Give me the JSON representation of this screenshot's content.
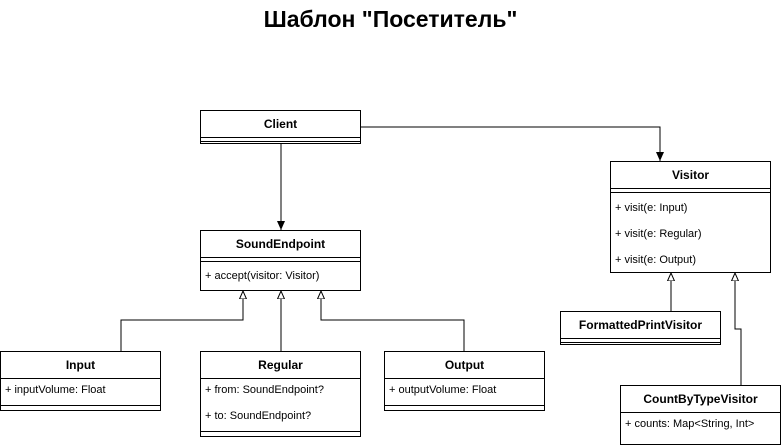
{
  "title": "Шаблон \"Посетитель\"",
  "classes": {
    "client": {
      "name": "Client",
      "attributes": [],
      "methods": []
    },
    "sound_endpoint": {
      "name": "SoundEndpoint",
      "attributes": [],
      "methods": [
        "+ accept(visitor: Visitor)"
      ]
    },
    "input": {
      "name": "Input",
      "attributes": [
        "+ inputVolume: Float"
      ],
      "methods": []
    },
    "regular": {
      "name": "Regular",
      "attributes": [
        "+ from: SoundEndpoint?",
        "+ to: SoundEndpoint?"
      ],
      "methods": []
    },
    "output": {
      "name": "Output",
      "attributes": [
        "+ outputVolume: Float"
      ],
      "methods": []
    },
    "visitor": {
      "name": "Visitor",
      "attributes": [],
      "methods": [
        "+ visit(e: Input)",
        "+ visit(e: Regular)",
        "+ visit(e: Output)"
      ]
    },
    "formatted_print_visitor": {
      "name": "FormattedPrintVisitor",
      "attributes": [],
      "methods": []
    },
    "count_by_type_visitor": {
      "name": "CountByTypeVisitor",
      "attributes": [
        "+ counts: Map<String, Int>"
      ],
      "methods": []
    }
  },
  "relations": [
    {
      "from": "Client",
      "to": "SoundEndpoint",
      "type": "association"
    },
    {
      "from": "Client",
      "to": "Visitor",
      "type": "association"
    },
    {
      "from": "Input",
      "to": "SoundEndpoint",
      "type": "inheritance"
    },
    {
      "from": "Regular",
      "to": "SoundEndpoint",
      "type": "inheritance"
    },
    {
      "from": "Output",
      "to": "SoundEndpoint",
      "type": "inheritance"
    },
    {
      "from": "FormattedPrintVisitor",
      "to": "Visitor",
      "type": "inheritance"
    },
    {
      "from": "CountByTypeVisitor",
      "to": "Visitor",
      "type": "inheritance"
    }
  ]
}
